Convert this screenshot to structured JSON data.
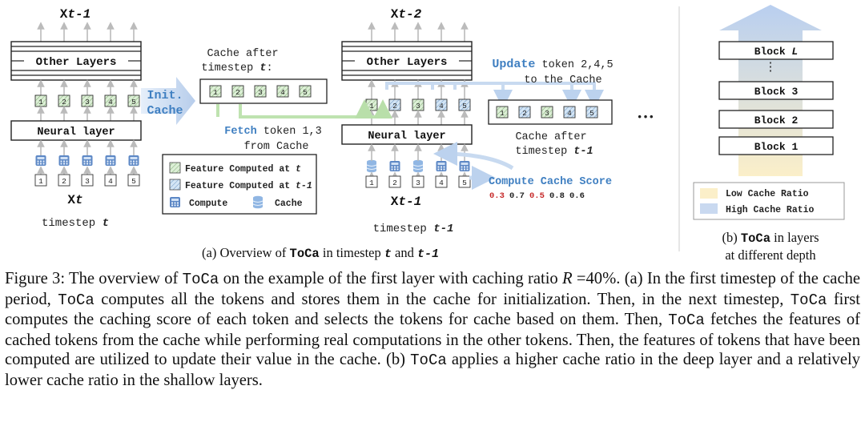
{
  "colors": {
    "blue_text": "#3f7fc1",
    "red_score": "#c62828",
    "green_token": "#dcefd6",
    "blue_token": "#d3e5f5",
    "arrow_light_blue": "#c8daf0",
    "arrow_green": "#bfe3b0",
    "low_ratio": "#fbefc9",
    "high_ratio": "#c9d9f0"
  },
  "panel_a": {
    "x_t_minus_1": {
      "base": "X",
      "sub": "t-1"
    },
    "x_t_minus_2": {
      "base": "X",
      "sub": "t-2"
    },
    "x_t": {
      "base": "X",
      "sub": "t"
    },
    "x_t_minus_1_bottom": {
      "base": "X",
      "sub": "t-1"
    },
    "other_layers": "Other Layers",
    "neural_layer": "Neural layer",
    "init_cache": [
      "Init.",
      "Cache"
    ],
    "cache_after_t": {
      "line1": "Cache after",
      "line2": "timestep ",
      "var": "t",
      "tail": ":"
    },
    "fetch": {
      "keyword": "Fetch",
      "rest": " token 1,3",
      "line2": "from Cache"
    },
    "update": {
      "keyword": "Update",
      "rest": " token 2,4,5",
      "line2": "to the Cache"
    },
    "cache_after_t1": {
      "line1": "Cache after",
      "line2": "timestep ",
      "var": "t-1"
    },
    "compute_cache_score": "Compute Cache Score",
    "scores": [
      "0.3",
      "0.7",
      "0.5",
      "0.8",
      "0.6"
    ],
    "score_red": [
      true,
      false,
      true,
      false,
      false
    ],
    "token_numbers": [
      "1",
      "2",
      "3",
      "4",
      "5"
    ],
    "legend": {
      "feature_t": "Feature Computed at ",
      "feature_t_var": "t",
      "feature_t1": "Feature Computed at ",
      "feature_t1_var": "t-1",
      "compute": "Compute",
      "cache": "Cache"
    },
    "timestep_t": {
      "label": "timestep ",
      "var": "t"
    },
    "timestep_t1": {
      "label": "timestep ",
      "var": "t-1"
    },
    "ellipsis": "···",
    "subcaption": {
      "pre": "(a) Overview of ",
      "name": "ToCa",
      "mid": "  in timestep ",
      "v1": "t",
      "and": " and ",
      "v2": "t-1"
    }
  },
  "panel_b": {
    "blocks": [
      "Block L",
      "⋮",
      "Block 3",
      "Block 2",
      "Block 1"
    ],
    "legend_low": "Low Cache Ratio",
    "legend_high": "High Cache Ratio",
    "subcaption_line1_pre": "(b) ",
    "subcaption_name": "ToCa",
    "subcaption_line1_post": "  in layers",
    "subcaption_line2": "at different depth"
  },
  "caption": {
    "p1": "Figure 3: The overview of ",
    "p2": " on the example of the first layer with caching ratio ",
    "p3": "R",
    "p4": " =40%. (a) In the first timestep of the cache period, ",
    "p5": " computes all the tokens and stores them in the cache for initialization. Then, in the next timestep, ",
    "p6": " first computes the caching score of each token and selects the tokens for cache based on them. Then, ",
    "p7": " fetches the features of cached tokens from the cache while performing real computations in the other tokens. Then, the features of tokens that have been computed are utilized to update their value in the cache. (b) ",
    "p8": " applies a higher cache ratio in the deep layer and a relatively lower cache ratio in the shallow layers.",
    "toca": "ToCa"
  }
}
